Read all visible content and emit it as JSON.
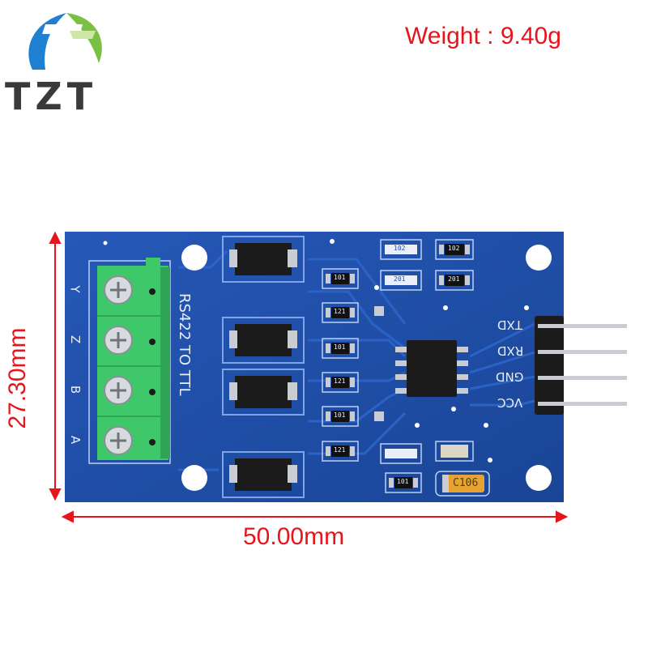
{
  "brand": {
    "name": "TZT"
  },
  "weight_label": "Weight : 9.40g",
  "dimensions": {
    "width_label": "50.00mm",
    "height_label": "27.30mm"
  },
  "board": {
    "silkscreen_title": "RS422 TO TTL",
    "terminal_labels": [
      "Y",
      "Z",
      "B",
      "A"
    ],
    "pin_labels": [
      "TXD",
      "RXD",
      "GND",
      "VCC"
    ],
    "capacitor_label": "C106",
    "resistor_labels": [
      "101",
      "121",
      "101",
      "121",
      "101",
      "121",
      "101",
      "102",
      "201",
      "102",
      "201"
    ]
  },
  "colors": {
    "pcb": "#1f4fa8",
    "terminal": "#3fc86a",
    "dimension": "#e8141c",
    "logo_blue": "#1f7fd0",
    "logo_green": "#7cc043"
  }
}
